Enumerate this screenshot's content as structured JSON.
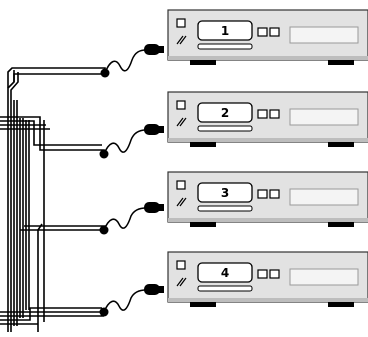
{
  "devices": [
    {
      "label": "1"
    },
    {
      "label": "2"
    },
    {
      "label": "3"
    },
    {
      "label": "4"
    }
  ],
  "colors": {
    "device_body": "#e2e2e2",
    "device_shade": "#bdbdbd",
    "device_outline": "#333333",
    "display_panel": "#f4f4f4",
    "label_box": "#ffffff",
    "wire": "#000000",
    "plug": "#000000",
    "background": "#ffffff"
  }
}
